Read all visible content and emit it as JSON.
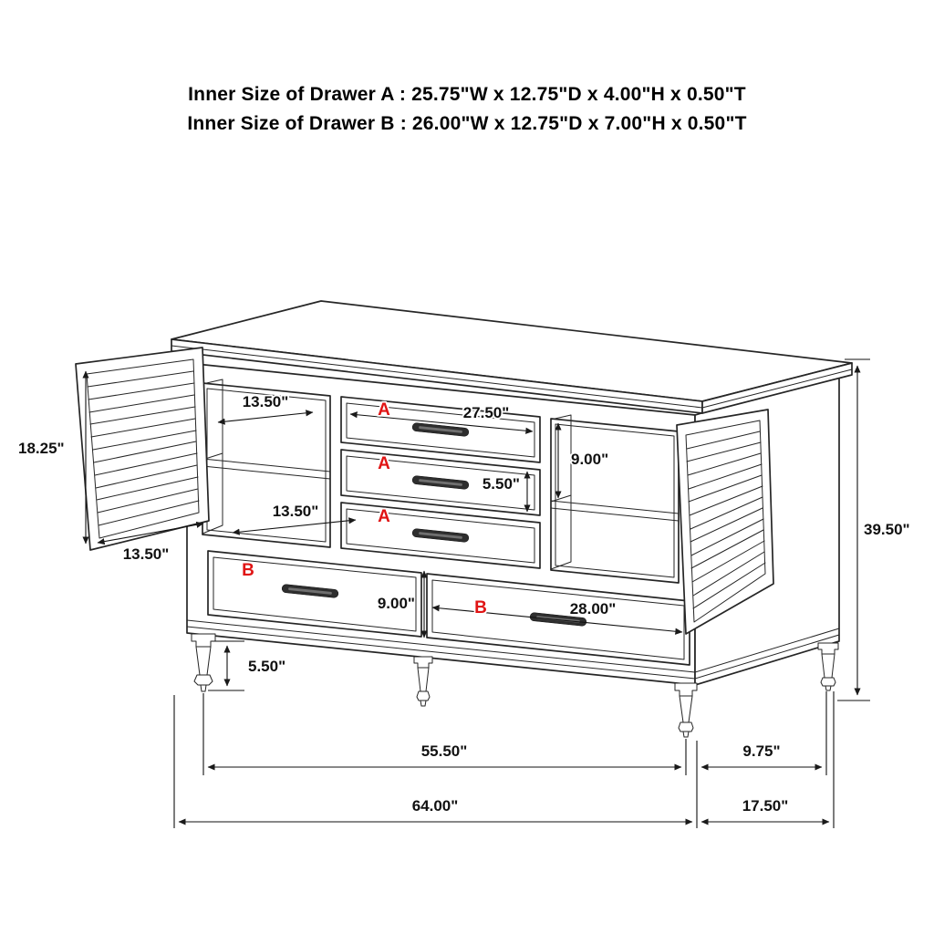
{
  "title": {
    "line1": "Inner Size of Drawer A : 25.75\"W x 12.75\"D x 4.00\"H x 0.50\"T",
    "line2": "Inner Size of Drawer B : 26.00\"W x 12.75\"D x 7.00\"H x 0.50\"T"
  },
  "labels": {
    "drawer_a": "A",
    "drawer_b": "B"
  },
  "dims": {
    "shelf_depth": "13.50\"",
    "door_height": "18.25\"",
    "door_width": "13.50\"",
    "shelf_width": "13.50\"",
    "drawer_a_width": "27.50\"",
    "drawer_a_height": "5.50\"",
    "cabinet_height": "9.00\"",
    "drawer_b_height": "9.00\"",
    "drawer_b_width": "28.00\"",
    "overall_height": "39.50\"",
    "leg_height": "5.50\"",
    "width_between_legs": "55.50\"",
    "depth_between_legs": "9.75\"",
    "overall_width": "64.00\"",
    "overall_depth": "17.50\""
  },
  "colors": {
    "outline": "#262626",
    "dimension": "#111111",
    "label_red": "#e01414",
    "background": "#ffffff"
  }
}
